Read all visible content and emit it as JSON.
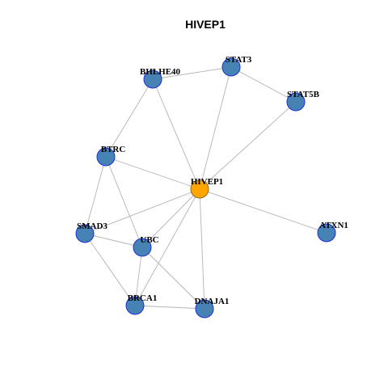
{
  "title": "HIVEP1",
  "colors": {
    "node_fill": "#4682b4",
    "node_stroke": "#1c2fd6",
    "center_fill": "#ffa500",
    "center_stroke": "#8c6a1e",
    "edge": "#b3b3b3",
    "label": "#000000"
  },
  "nodes": [
    {
      "id": "HIVEP1",
      "label": "HIVEP1",
      "center": true
    },
    {
      "id": "STAT3",
      "label": "STAT3"
    },
    {
      "id": "BHLHE40",
      "label": "BHLHE40"
    },
    {
      "id": "STAT5B",
      "label": "STAT5B"
    },
    {
      "id": "BTRC",
      "label": "BTRC"
    },
    {
      "id": "ATXN1",
      "label": "ATXN1"
    },
    {
      "id": "SMAD3",
      "label": "SMAD3"
    },
    {
      "id": "UBC",
      "label": "UBC"
    },
    {
      "id": "BRCA1",
      "label": "BRCA1"
    },
    {
      "id": "DNAJA1",
      "label": "DNAJA1"
    }
  ],
  "edges": [
    [
      "BHLHE40",
      "STAT3"
    ],
    [
      "STAT3",
      "STAT5B"
    ],
    [
      "STAT3",
      "HIVEP1"
    ],
    [
      "STAT5B",
      "HIVEP1"
    ],
    [
      "BHLHE40",
      "HIVEP1"
    ],
    [
      "BHLHE40",
      "BTRC"
    ],
    [
      "BTRC",
      "HIVEP1"
    ],
    [
      "BTRC",
      "SMAD3"
    ],
    [
      "BTRC",
      "UBC"
    ],
    [
      "HIVEP1",
      "ATXN1"
    ],
    [
      "HIVEP1",
      "SMAD3"
    ],
    [
      "HIVEP1",
      "UBC"
    ],
    [
      "HIVEP1",
      "BRCA1"
    ],
    [
      "HIVEP1",
      "DNAJA1"
    ],
    [
      "SMAD3",
      "UBC"
    ],
    [
      "SMAD3",
      "BRCA1"
    ],
    [
      "UBC",
      "BRCA1"
    ],
    [
      "UBC",
      "DNAJA1"
    ],
    [
      "BRCA1",
      "DNAJA1"
    ]
  ]
}
